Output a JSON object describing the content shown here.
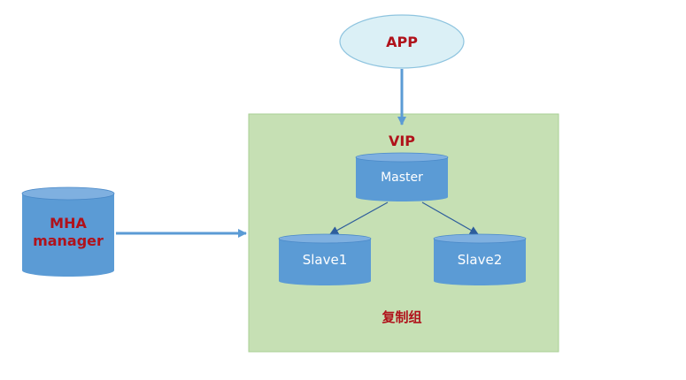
{
  "nodes": {
    "app": {
      "label": "APP"
    },
    "vip": {
      "label": "VIP"
    },
    "master": {
      "label": "Master"
    },
    "slave1": {
      "label": "Slave1"
    },
    "slave2": {
      "label": "Slave2"
    },
    "mha_manager": {
      "line1": "MHA",
      "line2": "manager"
    },
    "group": {
      "label": "复制组"
    }
  },
  "edges": [
    {
      "from": "app",
      "to": "group"
    },
    {
      "from": "mha_manager",
      "to": "group"
    },
    {
      "from": "master",
      "to": "slave1"
    },
    {
      "from": "master",
      "to": "slave2"
    }
  ],
  "colors": {
    "group_fill": "#c6e0b4",
    "group_border": "#a9cf95",
    "cylinder_fill": "#5b9bd5",
    "cylinder_top": "#7fb0e0",
    "app_fill": "#dbf0f6",
    "app_border": "#8ec4df",
    "arrow_blue": "#5b9bd5",
    "arrow_dark": "#2e5d9c",
    "label_red": "#b0121b"
  }
}
